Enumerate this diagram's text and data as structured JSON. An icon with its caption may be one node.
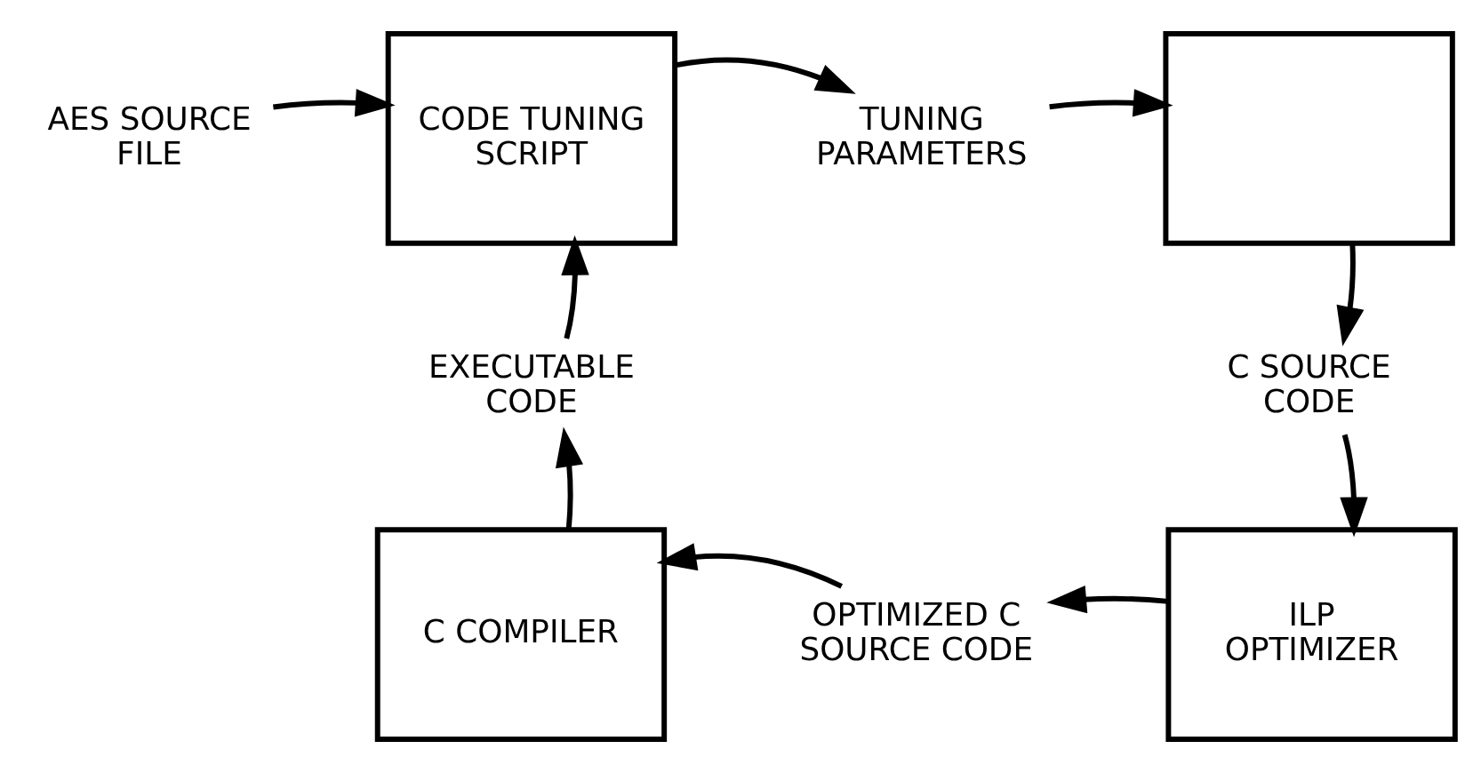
{
  "diagram": {
    "nodes": [
      {
        "text": [
          "AES SOURCE FILE"
        ]
      },
      {
        "text": [
          "CODE TUNING SCRIPT"
        ]
      },
      {
        "text": [
          "TUNING PARAMETERS"
        ]
      },
      {
        "text": [],
        "shape": "box"
      },
      {
        "text": [
          "C SOURCE CODE"
        ]
      },
      {
        "text": [
          "ILP OPTIMIZER"
        ]
      },
      {
        "text": [
          "OPTIMIZED C SOURCE CODE"
        ]
      },
      {
        "text": [
          "C COMPILER"
        ]
      },
      {
        "text": [
          "EXECUTABLE CODE"
        ]
      }
    ],
    "edges": [
      {
        "from": 0,
        "to": 1,
        "arrow": "to"
      },
      {
        "from": 1,
        "to": 2,
        "arrow": "to"
      },
      {
        "from": 2,
        "to": 3,
        "arrow": "to"
      },
      {
        "from": 3,
        "to": 4,
        "arrow": "to"
      },
      {
        "from": 4,
        "to": 5,
        "arrow": "to"
      },
      {
        "from": 5,
        "to": 6,
        "arrow": "to"
      },
      {
        "from": 6,
        "to": 7,
        "arrow": "to"
      },
      {
        "from": 7,
        "to": 8,
        "arrow": "to"
      },
      {
        "from": 8,
        "to": 1,
        "arrow": "to"
      }
    ]
  }
}
